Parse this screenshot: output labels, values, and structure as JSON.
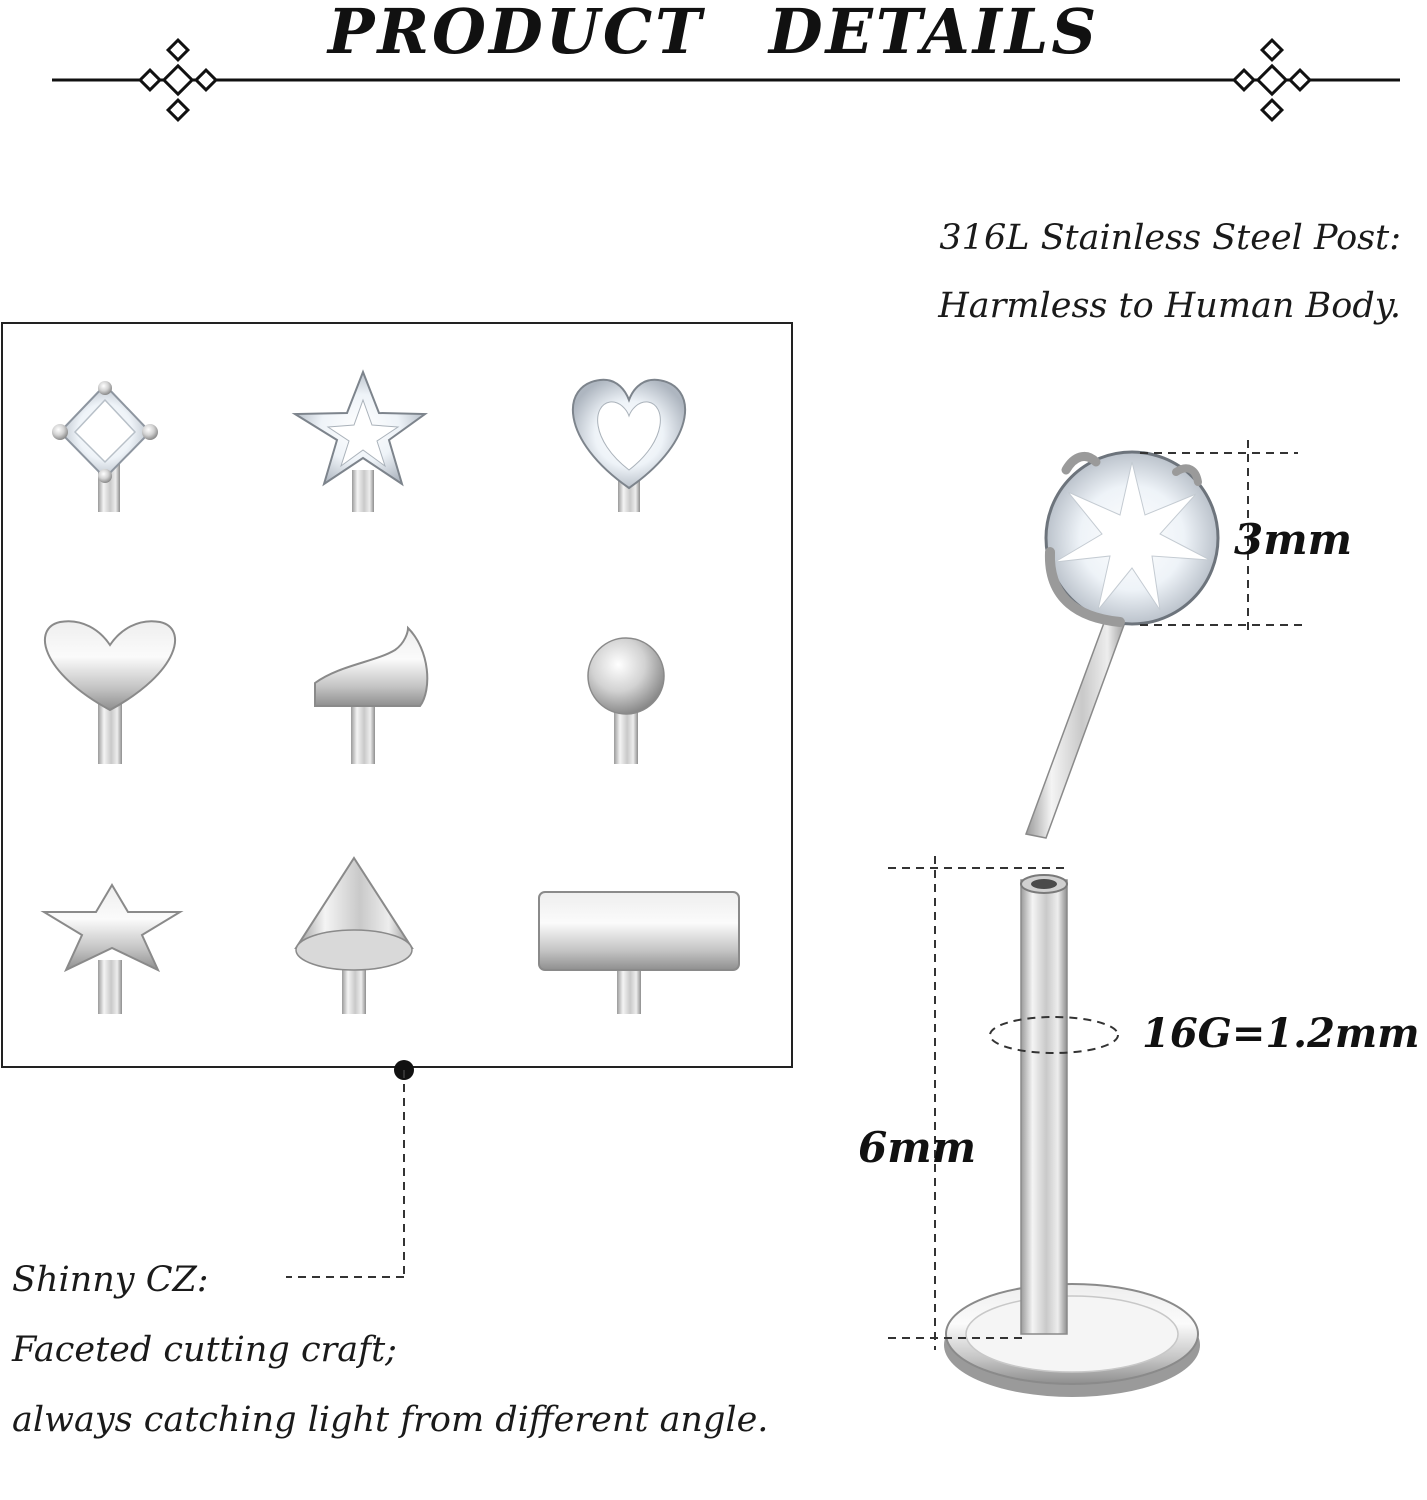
{
  "header": {
    "title": "PRODUCT DETAILS"
  },
  "material_note": {
    "line1": "316L Stainless Steel Post:",
    "line2": "Harmless to Human Body."
  },
  "measurements": {
    "gem_size": "3mm",
    "gauge": "16G=1.2mm",
    "post_length": "6mm"
  },
  "cz_note": {
    "line1": "Shinny CZ:",
    "line2": "Faceted cutting craft;",
    "line3": "always catching light from different angle."
  },
  "colors": {
    "ink": "#111111",
    "steel_light": "#f2f2f2",
    "steel_dark": "#8c8c8c"
  },
  "icons": [
    "diamond-ornament-icon",
    "square-cz-stud-icon",
    "star-cz-stud-icon",
    "heart-cz-stud-icon",
    "heart-flat-top-icon",
    "moon-flat-top-icon",
    "ball-top-icon",
    "star-flat-top-icon",
    "spike-top-icon",
    "bar-top-icon",
    "round-cz-stud-icon",
    "labret-post-icon"
  ]
}
